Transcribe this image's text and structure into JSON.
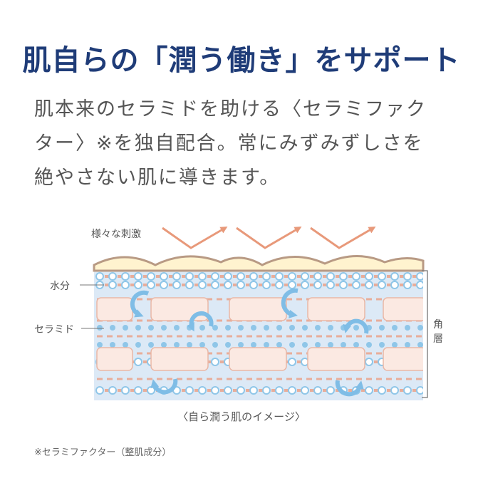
{
  "title": "肌自らの「潤う働き」をサポート",
  "body": {
    "line1": "肌本来のセラミドを助ける〈セラミファク",
    "line2": "ター〉※を独自配合。常にみずみずしさを",
    "line3": "絶やさない肌に導きます。"
  },
  "diagram": {
    "stimulus_label": "様々な刺激",
    "water_label": "水分",
    "ceramide_label": "セラミド",
    "layer_label_line1": "角",
    "layer_label_line2": "層",
    "caption": "〈自ら潤う肌のイメージ〉",
    "colors": {
      "arrow": "#e8997a",
      "skin_top": "#b89a84",
      "skin_fill": "#fff3cf",
      "background_band": "#dce9f6",
      "cell_fill": "#fbe9e2",
      "cell_stroke": "#e9b7a6",
      "dots": "#8fc6e8",
      "dash": "#e8ad9a",
      "circulation_arrow": "#7fbde6"
    }
  },
  "footnote": "※セラミファクター（整肌成分）"
}
